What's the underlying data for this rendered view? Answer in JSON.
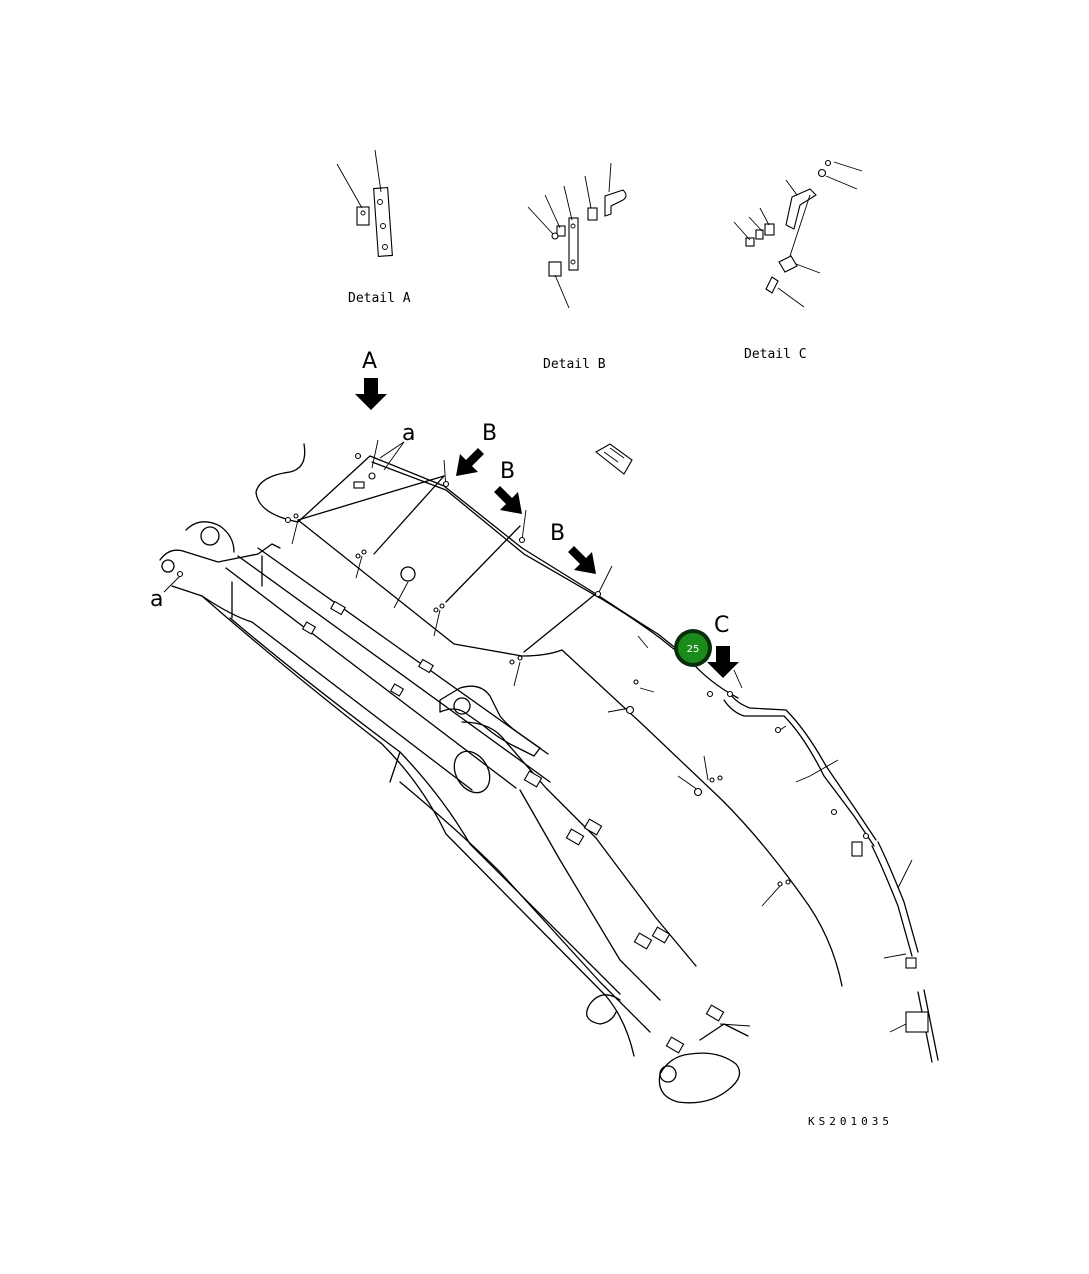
{
  "details": {
    "a": "Detail A",
    "b": "Detail B",
    "c": "Detail C"
  },
  "view_letters": {
    "a": "A",
    "b1": "B",
    "b2": "B",
    "b3": "B",
    "c": "C"
  },
  "callouts": {
    "a_top": "a",
    "a_left": "a"
  },
  "hotspot": {
    "label": "25",
    "color": "#1a8a1a"
  },
  "drawing_code": "KS201035"
}
